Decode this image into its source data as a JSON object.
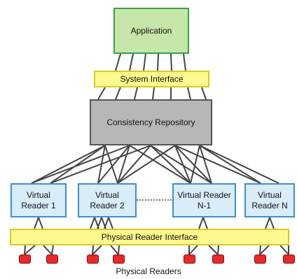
{
  "application": {
    "label": "Application"
  },
  "system_interface": {
    "label": "System Interface"
  },
  "repository": {
    "label": "Consistency Repository"
  },
  "readers": [
    {
      "label": "Virtual Reader 1"
    },
    {
      "label": "Virtual Reader 2"
    },
    {
      "label": "Virtual Reader N-1"
    },
    {
      "label": "Virtual Reader N"
    }
  ],
  "physical_reader_interface": {
    "label": "Physical Reader Interface"
  },
  "physical_readers": {
    "label": "Physical Readers"
  },
  "colors": {
    "application_fill": "#c6e5a8",
    "interface_fill": "#fdf98e",
    "repository_fill": "#b7b7b7",
    "reader_fill": "#d9ecf9",
    "physical_reader_fill": "#e62a2a",
    "line": "#444444"
  }
}
